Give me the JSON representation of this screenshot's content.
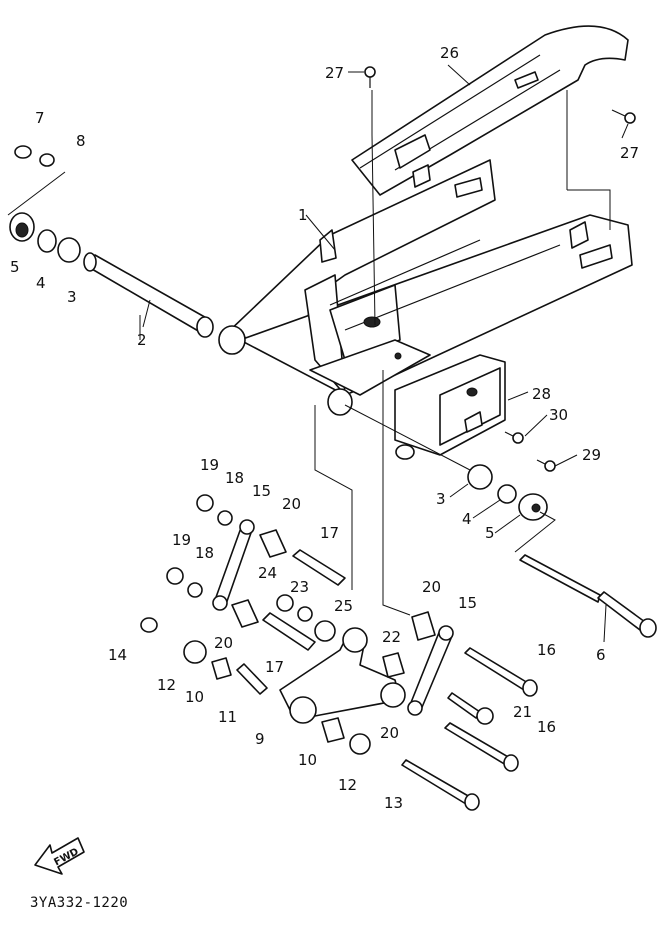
{
  "diagram": {
    "drawing_code": "3YA332-1220",
    "fwd_label": "FWD",
    "callouts": [
      "1",
      "2",
      "3",
      "3",
      "4",
      "4",
      "5",
      "5",
      "6",
      "7",
      "8",
      "9",
      "10",
      "10",
      "11",
      "12",
      "12",
      "13",
      "14",
      "15",
      "15",
      "16",
      "16",
      "17",
      "17",
      "18",
      "18",
      "19",
      "19",
      "20",
      "20",
      "20",
      "20",
      "21",
      "22",
      "23",
      "24",
      "25",
      "26",
      "27",
      "27",
      "28",
      "29",
      "30"
    ]
  }
}
